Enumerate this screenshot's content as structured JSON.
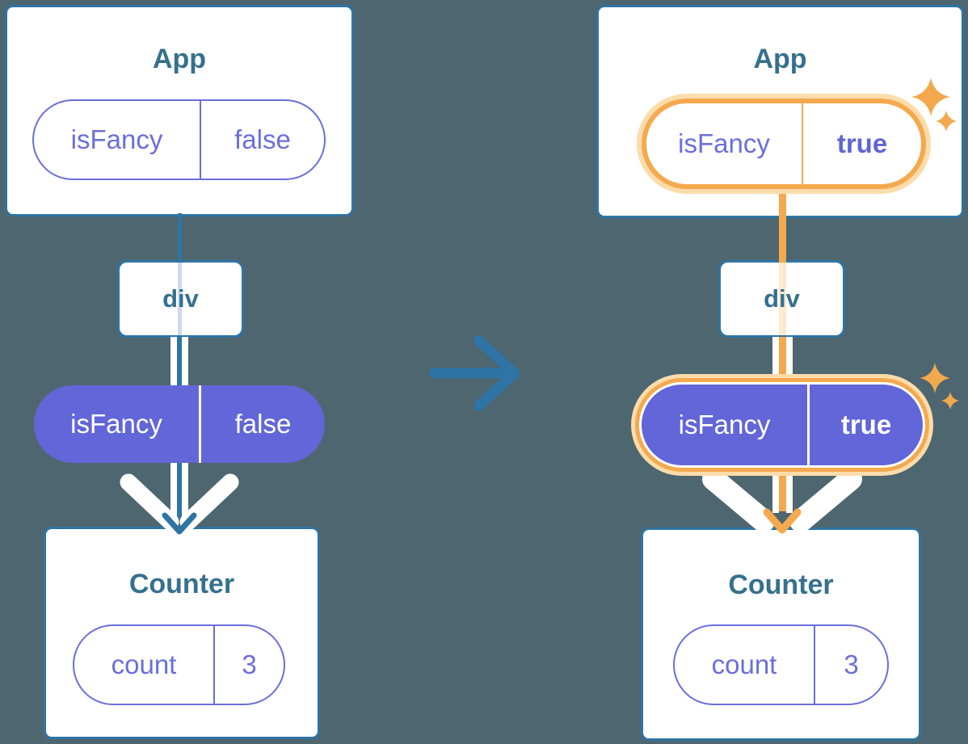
{
  "colors": {
    "background": "#4e6670",
    "teal_accent": "#2e74a4",
    "title_text": "#35708e",
    "purple_fill": "#6266d8",
    "purple_text": "#6a6fdb",
    "orange_highlight": "#f5a94f",
    "peach_glow": "#fbdcab",
    "white": "#ffffff"
  },
  "before": {
    "app": {
      "title": "App",
      "prop_name": "isFancy",
      "prop_value": "false"
    },
    "div_label": "div",
    "passed_prop_name": "isFancy",
    "passed_prop_value": "false",
    "counter": {
      "title": "Counter",
      "state_name": "count",
      "state_value": "3"
    }
  },
  "after": {
    "app": {
      "title": "App",
      "prop_name": "isFancy",
      "prop_value": "true"
    },
    "div_label": "div",
    "passed_prop_name": "isFancy",
    "passed_prop_value": "true",
    "counter": {
      "title": "Counter",
      "state_name": "count",
      "state_value": "3"
    }
  }
}
